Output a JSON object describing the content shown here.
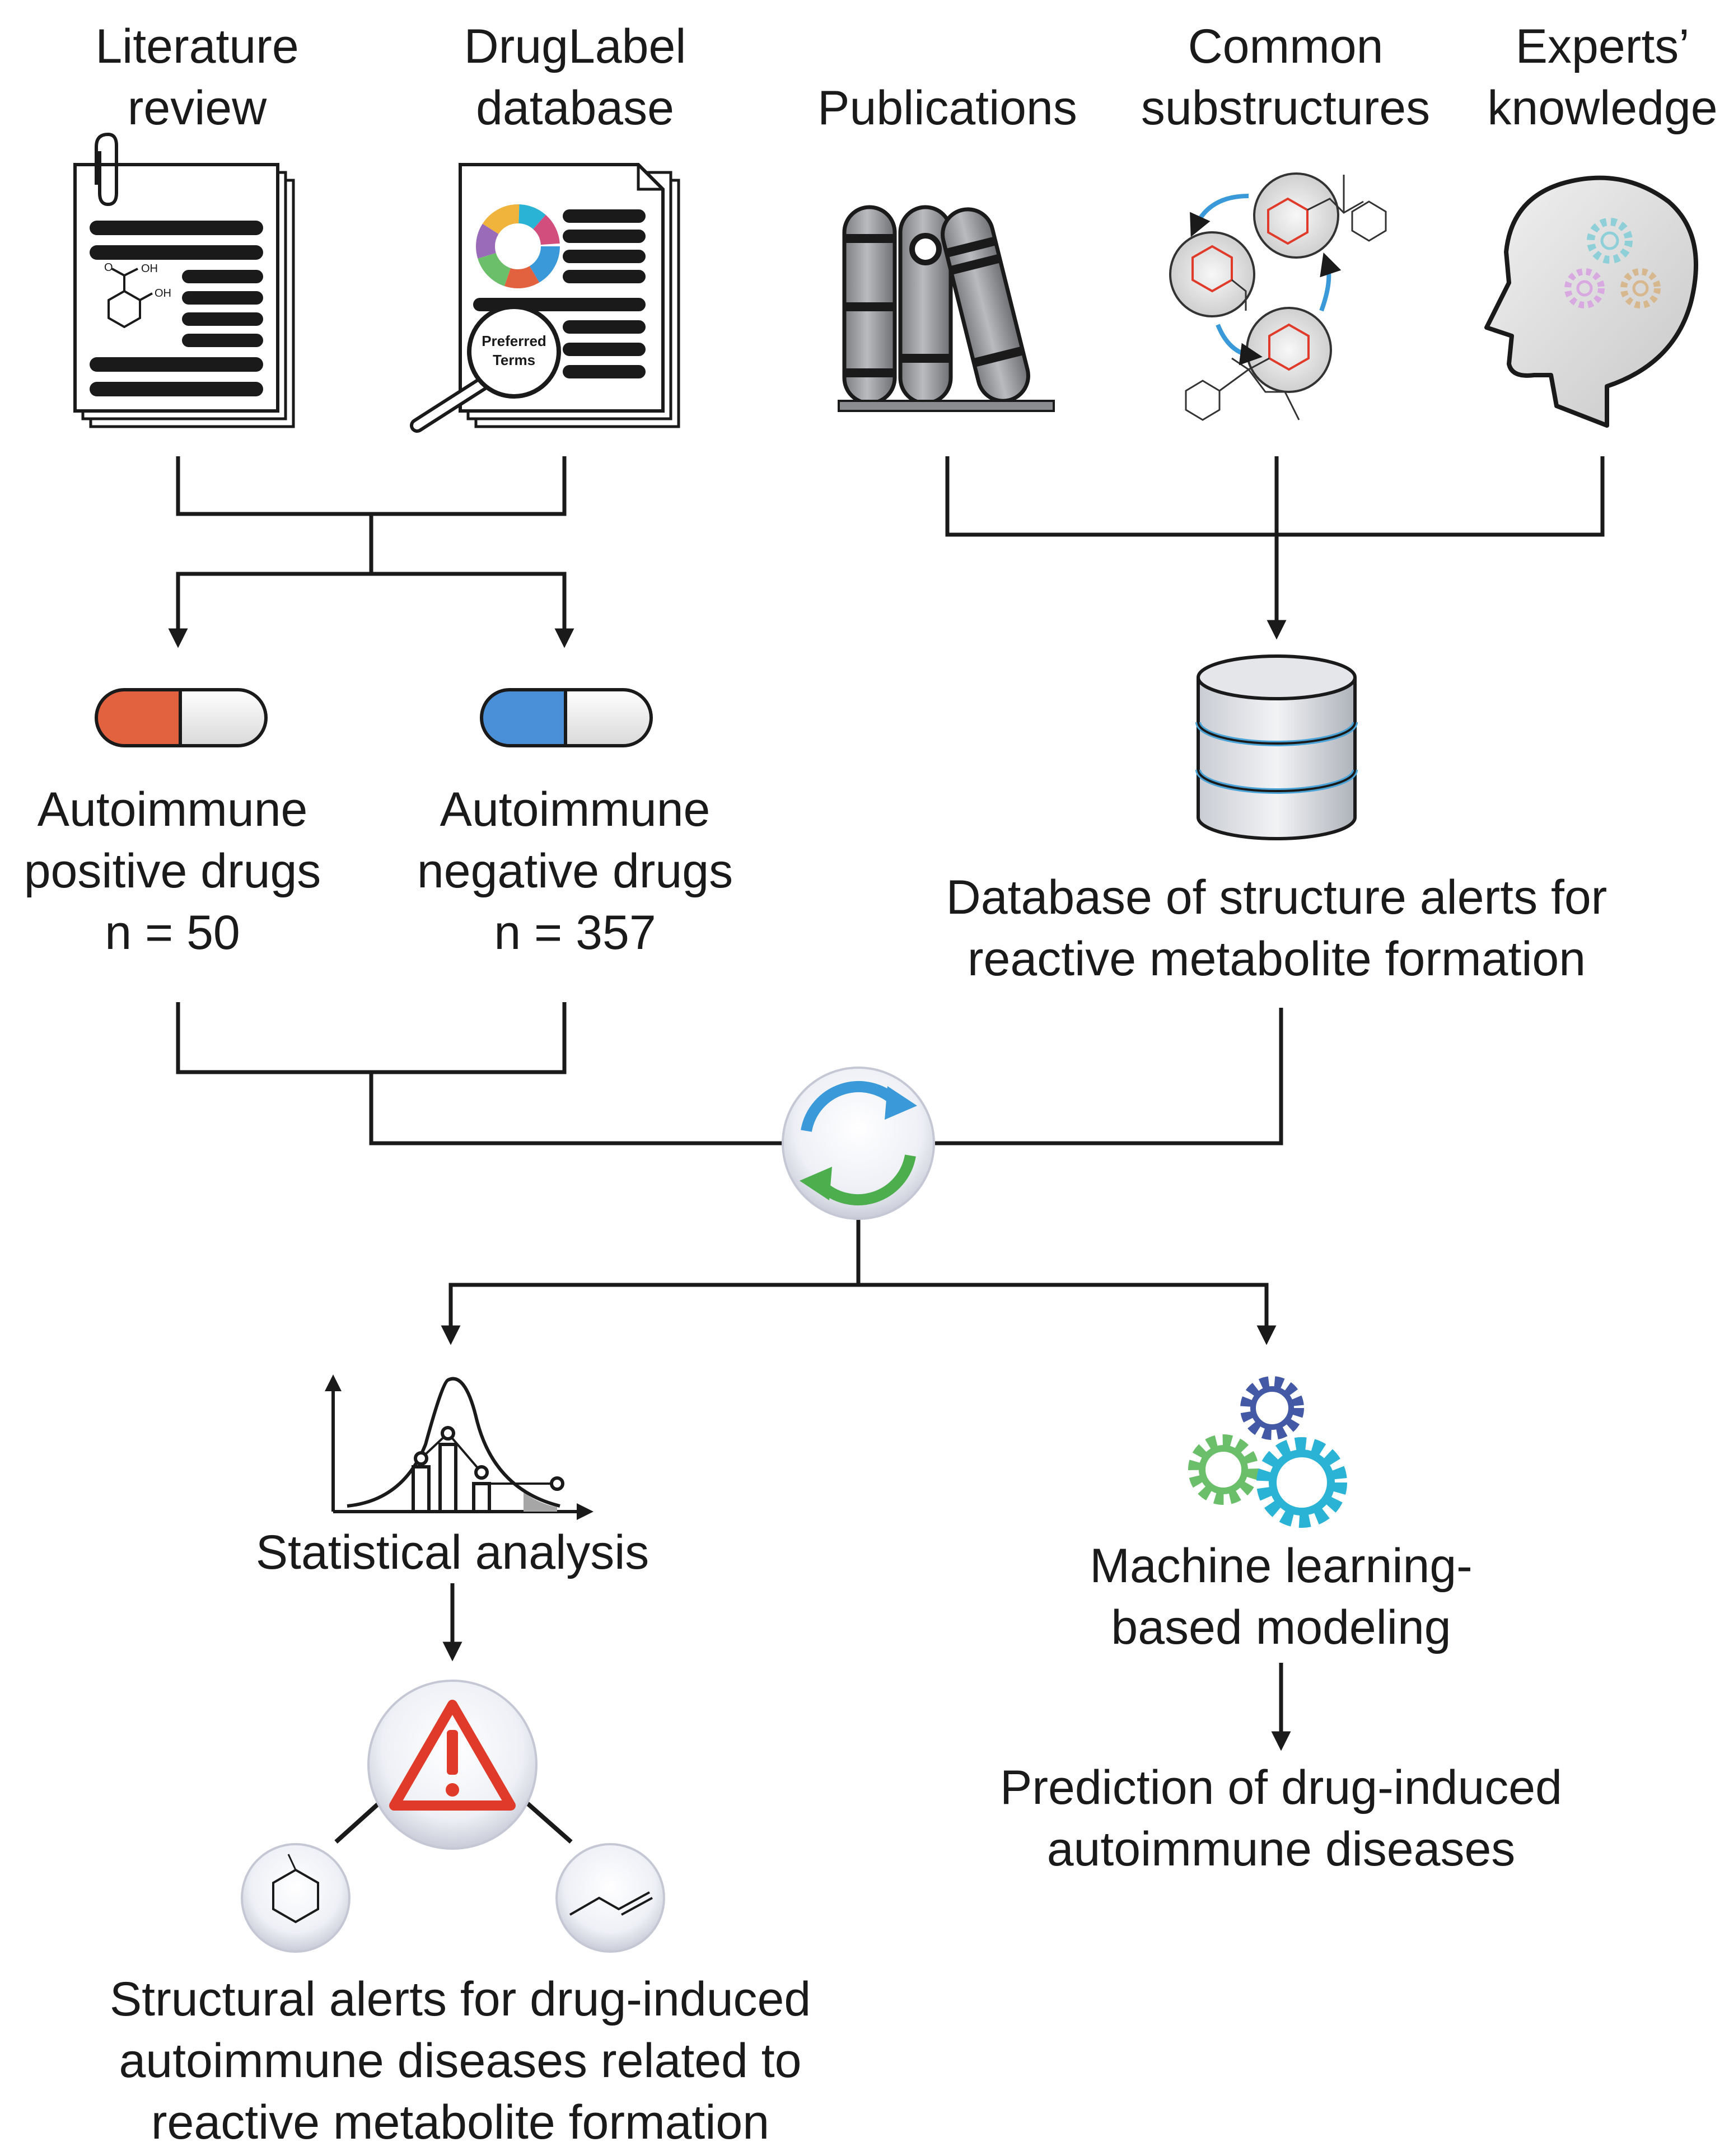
{
  "sources": {
    "literature": [
      "Literature",
      "review"
    ],
    "druglabel": [
      "DrugLabel",
      "database"
    ],
    "publications": "Publications",
    "substructures": [
      "Common",
      "substructures"
    ],
    "experts": [
      "Experts’",
      "knowledge"
    ],
    "preferred_terms": [
      "Preferred",
      "Terms"
    ],
    "mol_labels": {
      "oh1": "OH",
      "oh2": "OH",
      "o": "O"
    }
  },
  "drugs": {
    "positive": {
      "label": [
        "Autoimmune",
        "positive drugs"
      ],
      "n": "n = 50",
      "color": "#e2613f"
    },
    "negative": {
      "label": [
        "Autoimmune",
        "negative drugs"
      ],
      "n": "n = 357",
      "color": "#4a90d9"
    }
  },
  "database": {
    "label": [
      "Database of structure alerts for",
      "reactive metabolite formation"
    ]
  },
  "statistics": {
    "label": "Statistical analysis"
  },
  "machine_learning": {
    "label": [
      "Machine learning-",
      "based modeling"
    ]
  },
  "alerts": {
    "label": [
      "Structural alerts for drug-induced",
      "autoimmune diseases related to",
      "reactive metabolite formation"
    ]
  },
  "prediction": {
    "label": [
      "Prediction of drug-induced",
      "autoimmune diseases"
    ]
  },
  "colors": {
    "line": "#1a1a1a",
    "alert_red": "#e03a2a",
    "gear_blue": "#4459a6",
    "gear_green": "#6cbf6a",
    "gear_cyan": "#2bb3d6",
    "cycle_blue": "#3a9ad9",
    "cycle_green": "#4cae4c"
  }
}
